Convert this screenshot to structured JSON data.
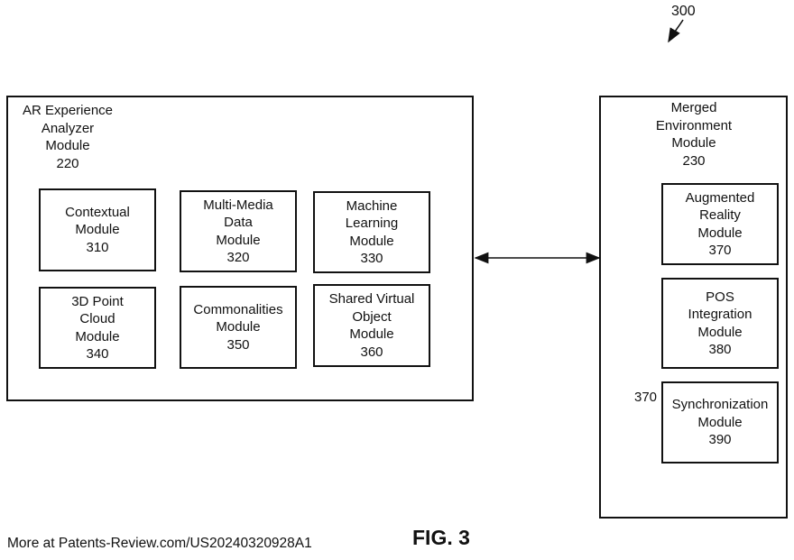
{
  "figure": {
    "ref": "300",
    "caption": "FIG. 3",
    "watermark": "More at Patents-Review.com/US20240320928A1"
  },
  "analyzer": {
    "title_lines": [
      "AR Experience",
      "Analyzer",
      "Module",
      "220"
    ],
    "modules": [
      {
        "lines": [
          "Contextual",
          "Module",
          "310"
        ]
      },
      {
        "lines": [
          "Multi-Media",
          "Data",
          "Module",
          "320"
        ]
      },
      {
        "lines": [
          "Machine",
          "Learning",
          "Module",
          "330"
        ]
      },
      {
        "lines": [
          "3D Point",
          "Cloud",
          "Module",
          "340"
        ]
      },
      {
        "lines": [
          "Commonalities",
          "Module",
          "350"
        ]
      },
      {
        "lines": [
          "Shared Virtual",
          "Object",
          "Module",
          "360"
        ]
      }
    ]
  },
  "merged": {
    "title_lines": [
      "Merged",
      "Environment",
      "Module",
      "230"
    ],
    "modules": [
      {
        "lines": [
          "Augmented",
          "Reality",
          "Module",
          "370"
        ]
      },
      {
        "lines": [
          "POS",
          "Integration",
          "Module",
          "380"
        ]
      },
      {
        "lines": [
          "Synchronization",
          "Module",
          "390"
        ]
      }
    ],
    "database_label": "370"
  }
}
